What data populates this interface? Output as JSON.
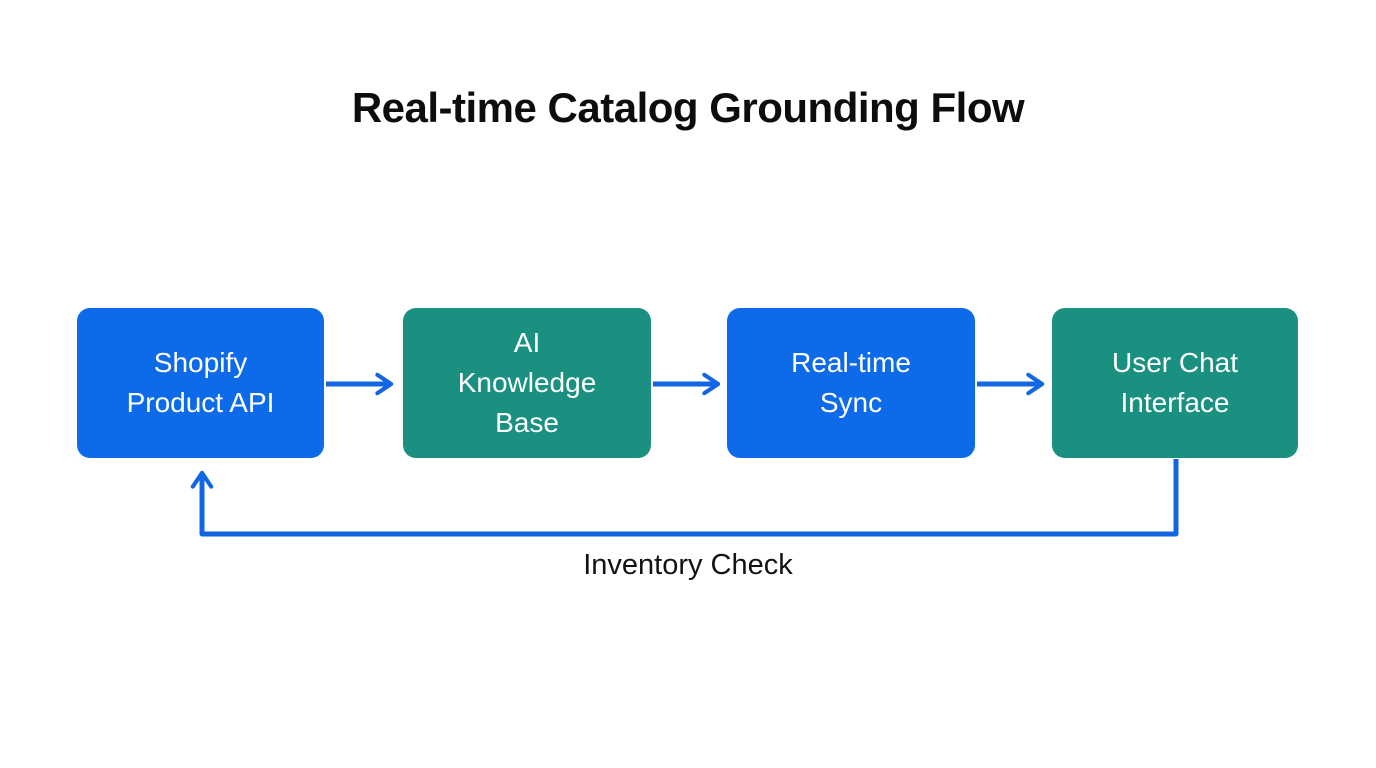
{
  "title": "Real-time Catalog Grounding Flow",
  "diagram": {
    "nodes": [
      {
        "id": "shopify-product-api",
        "label": "Shopify Product API",
        "lines": [
          "Shopify",
          "Product API"
        ],
        "color_role": "blue"
      },
      {
        "id": "ai-knowledge-base",
        "label": "AI Knowledge Base",
        "lines": [
          "AI",
          "Knowledge",
          "Base"
        ],
        "color_role": "teal"
      },
      {
        "id": "real-time-sync",
        "label": "Real-time Sync",
        "lines": [
          "Real-time",
          "Sync"
        ],
        "color_role": "blue"
      },
      {
        "id": "user-chat-interface",
        "label": "User Chat Interface",
        "lines": [
          "User Chat",
          "Interface"
        ],
        "color_role": "teal"
      }
    ],
    "edges": [
      {
        "from": "shopify-product-api",
        "to": "ai-knowledge-base",
        "label": ""
      },
      {
        "from": "ai-knowledge-base",
        "to": "real-time-sync",
        "label": ""
      },
      {
        "from": "real-time-sync",
        "to": "user-chat-interface",
        "label": ""
      },
      {
        "from": "user-chat-interface",
        "to": "shopify-product-api",
        "label": "Inventory Check"
      }
    ]
  },
  "colors": {
    "background": "#ffffff",
    "node_blue": "#0d6be9",
    "node_teal": "#1a9180",
    "node_text": "#ffffff",
    "arrow": "#1266e3",
    "title_text": "#0d0d0d",
    "label_text": "#131313"
  }
}
